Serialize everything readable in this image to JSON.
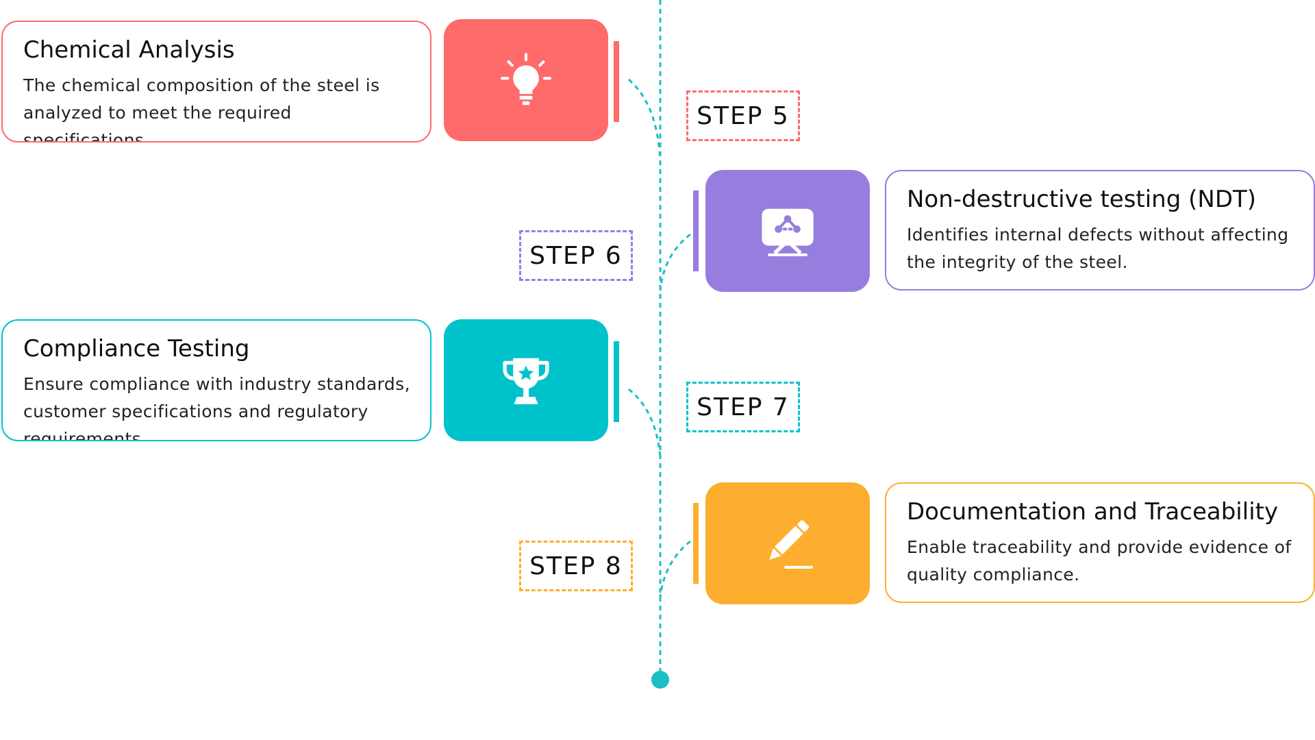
{
  "colors": {
    "red": "#FF6B6B",
    "purple": "#977DDE",
    "teal": "#00C2CB",
    "orange": "#FDAE2F",
    "timeline": "#1CBFC4"
  },
  "steps": [
    {
      "label": "STEP 5",
      "title": "Chemical Analysis",
      "description": "The chemical composition of the steel is analyzed to meet the required specifications.",
      "icon": "lightbulb-icon",
      "color": "#FF6B6B"
    },
    {
      "label": "STEP 6",
      "title": "Non-destructive testing (NDT)",
      "description": "Identifies internal defects without affecting the integrity of the steel.",
      "icon": "presentation-icon",
      "color": "#977DDE"
    },
    {
      "label": "STEP 7",
      "title": "Compliance Testing",
      "description": "Ensure compliance with industry standards, customer specifications and regulatory requirements.",
      "icon": "trophy-icon",
      "color": "#00C2CB"
    },
    {
      "label": "STEP 8",
      "title": "Documentation and Traceability",
      "description": "Enable traceability and provide evidence of quality compliance.",
      "icon": "pencil-icon",
      "color": "#FDAE2F"
    }
  ]
}
